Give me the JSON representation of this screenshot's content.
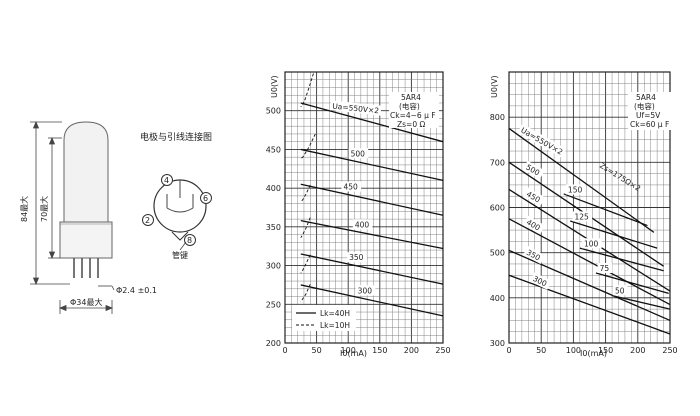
{
  "tube": {
    "name": "5AR4",
    "pin_diagram_title": "电极与引线连接图",
    "dim_total_height": "84最大",
    "dim_body_height": "70最大",
    "dim_pin_diameter": "Φ2.4 ±0.1",
    "dim_diameter": "Φ34最大",
    "pins": [
      "4",
      "6",
      "2",
      "8"
    ],
    "key_label": "管键"
  },
  "chart_data": [
    {
      "type": "line",
      "ylabel": "U0(V)",
      "xlabel": "I0(mA)",
      "xlim": [
        0,
        250
      ],
      "ylim": [
        200,
        550
      ],
      "x_ticks": [
        "0",
        "50",
        "100",
        "150",
        "200",
        "250"
      ],
      "y_ticks": [
        "200",
        "250",
        "300",
        "350",
        "400",
        "450",
        "500"
      ],
      "grid": true,
      "annotation": [
        "5AR4",
        "(电容)",
        "Ck=4~6 μ F",
        "Zs=0 Ω"
      ],
      "legend_solid": "Lk=40H",
      "legend_dashed": "Lk=10H",
      "series": [
        {
          "name": "Ua=550V×2",
          "x": [
            25,
            250
          ],
          "y": [
            510,
            460
          ]
        },
        {
          "name": "500",
          "x": [
            25,
            250
          ],
          "y": [
            450,
            410
          ]
        },
        {
          "name": "450",
          "x": [
            25,
            250
          ],
          "y": [
            405,
            365
          ]
        },
        {
          "name": "400",
          "x": [
            25,
            250
          ],
          "y": [
            358,
            322
          ]
        },
        {
          "name": "350",
          "x": [
            25,
            250
          ],
          "y": [
            315,
            276
          ]
        },
        {
          "name": "300",
          "x": [
            25,
            250
          ],
          "y": [
            275,
            235
          ]
        }
      ],
      "dashed_series": [
        {
          "x": [
            45,
            38,
            32,
            28,
            25
          ],
          "y": [
            548,
            530,
            515,
            508,
            505
          ]
        },
        {
          "x": [
            48,
            38,
            32,
            28,
            25
          ],
          "y": [
            470,
            453,
            445,
            440,
            438
          ]
        },
        {
          "x": [
            40,
            33,
            28,
            25
          ],
          "y": [
            404,
            392,
            385,
            382
          ]
        },
        {
          "x": [
            40,
            33,
            28,
            25
          ],
          "y": [
            362,
            348,
            340,
            336
          ]
        },
        {
          "x": [
            40,
            33,
            28,
            25
          ],
          "y": [
            314,
            302,
            294,
            290
          ]
        },
        {
          "x": [
            40,
            33,
            28,
            25
          ],
          "y": [
            276,
            263,
            257,
            253
          ]
        }
      ]
    },
    {
      "type": "line",
      "ylabel": "U0(V)",
      "xlabel": "I0(mA)",
      "xlim": [
        0,
        250
      ],
      "ylim": [
        300,
        900
      ],
      "x_ticks": [
        "0",
        "50",
        "100",
        "150",
        "200",
        "250"
      ],
      "y_ticks": [
        "300",
        "400",
        "500",
        "600",
        "700",
        "800"
      ],
      "grid": true,
      "annotation": [
        "5AR4",
        "(电容)",
        "Uf=5V",
        "Ck=60 μ F"
      ],
      "zs_label": "Zs=175Ω×2",
      "series": [
        {
          "name": "Ua=550V×2",
          "x": [
            0,
            225
          ],
          "y": [
            775,
            545
          ]
        },
        {
          "name": "500",
          "x": [
            0,
            240
          ],
          "y": [
            700,
            470
          ]
        },
        {
          "name": "450",
          "x": [
            0,
            250
          ],
          "y": [
            640,
            415
          ]
        },
        {
          "name": "400",
          "x": [
            0,
            250
          ],
          "y": [
            575,
            385
          ]
        },
        {
          "name": "350",
          "x": [
            0,
            250
          ],
          "y": [
            505,
            350
          ]
        },
        {
          "name": "300",
          "x": [
            0,
            250
          ],
          "y": [
            450,
            320
          ]
        }
      ],
      "zs_series": [
        {
          "name": "150",
          "x": [
            85,
            215
          ],
          "y": [
            630,
            560
          ]
        },
        {
          "name": "125",
          "x": [
            95,
            230
          ],
          "y": [
            570,
            510
          ]
        },
        {
          "name": "100",
          "x": [
            110,
            240
          ],
          "y": [
            510,
            460
          ]
        },
        {
          "name": "75",
          "x": [
            135,
            248
          ],
          "y": [
            455,
            410
          ]
        },
        {
          "name": "50",
          "x": [
            160,
            250
          ],
          "y": [
            405,
            375
          ]
        }
      ]
    }
  ]
}
